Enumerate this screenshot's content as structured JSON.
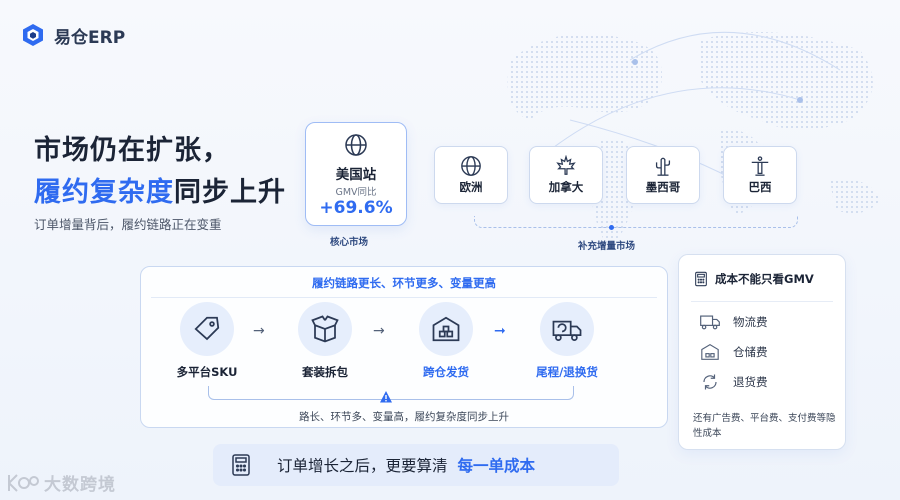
{
  "brand": {
    "name": "易仓ERP"
  },
  "hero": {
    "line1": "市场仍在扩张，",
    "line2_highlight": "履约复杂度",
    "line2_rest": "同步上升",
    "subtitle": "订单增量背后，履约链路正在变重"
  },
  "core_market": {
    "name": "美国站",
    "metric_label": "GMV同比",
    "metric_value": "+69.6%",
    "label": "核心市场",
    "icon": "globe-icon"
  },
  "supplementary_markets": {
    "label": "补充增量市场",
    "items": [
      {
        "name": "欧洲",
        "icon": "globe-icon"
      },
      {
        "name": "加拿大",
        "icon": "maple-leaf-icon"
      },
      {
        "name": "墨西哥",
        "icon": "cactus-icon"
      },
      {
        "name": "巴西",
        "icon": "christ-statue-icon"
      }
    ]
  },
  "chain": {
    "title": "履约链路更长、环节更多、变量更高",
    "steps": [
      {
        "label": "多平台SKU",
        "icon": "tag-icon"
      },
      {
        "label": "套装拆包",
        "icon": "open-box-icon"
      },
      {
        "label": "跨仓发货",
        "icon": "warehouse-icon"
      },
      {
        "label": "尾程/退换货",
        "icon": "truck-return-icon"
      }
    ],
    "note": "路长、环节多、变量高，履约复杂度同步上升"
  },
  "cost": {
    "title": "成本不能只看GMV",
    "items": [
      {
        "label": "物流费",
        "icon": "truck-icon"
      },
      {
        "label": "仓储费",
        "icon": "warehouse-icon"
      },
      {
        "label": "退货费",
        "icon": "refresh-icon"
      }
    ],
    "note": "还有广告费、平台费、支付费等隐性成本"
  },
  "bottom": {
    "text": "订单增长之后，更要算清",
    "highlight": "每一单成本"
  },
  "watermark": {
    "text": "大数跨境"
  },
  "colors": {
    "accent": "#2f6bf0",
    "text": "#1b2436",
    "panel_border": "#c9d8f1"
  }
}
